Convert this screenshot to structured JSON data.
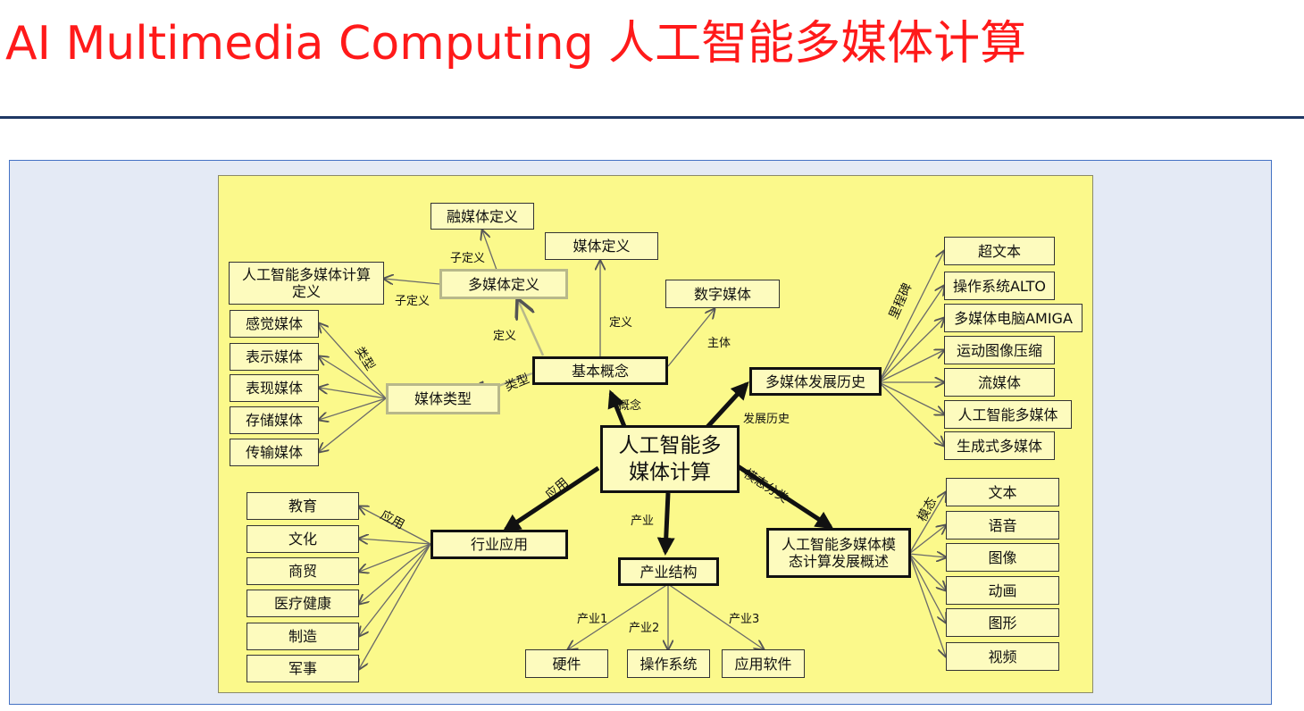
{
  "slide": {
    "title": "AI Multimedia Computing 人工智能多媒体计算"
  },
  "mindmap": {
    "root": "人工智能多媒体计算",
    "basic": {
      "label": "基本概念",
      "edge": "概念",
      "media_def": "媒体定义",
      "media_def_edge": "定义",
      "multimedia_def": "多媒体定义",
      "multimedia_def_edge": "定义",
      "fusion_def": "融媒体定义",
      "fusion_def_edge": "子定义",
      "ai_mm_def": "人工智能多媒体计算定义",
      "ai_mm_def_edge": "子定义",
      "digital_media": "数字媒体",
      "digital_media_edge": "主体",
      "media_types": "媒体类型",
      "media_types_edge": "类型",
      "types_edge": "类型",
      "types": [
        "感觉媒体",
        "表示媒体",
        "表现媒体",
        "存储媒体",
        "传输媒体"
      ]
    },
    "history": {
      "label": "多媒体发展历史",
      "edge": "发展历史",
      "milestone_edge": "里程碑",
      "items": [
        "超文本",
        "操作系统ALTO",
        "多媒体电脑AMIGA",
        "运动图像压缩",
        "流媒体",
        "人工智能多媒体",
        "生成式多媒体"
      ]
    },
    "application": {
      "label": "行业应用",
      "edge": "应用",
      "sub_edge": "应用",
      "items": [
        "教育",
        "文化",
        "商贸",
        "医疗健康",
        "制造",
        "军事"
      ]
    },
    "industry": {
      "label": "产业结构",
      "edge": "产业",
      "items": [
        "硬件",
        "操作系统",
        "应用软件"
      ],
      "edges": [
        "产业1",
        "产业2",
        "产业3"
      ]
    },
    "modality": {
      "label": "人工智能多媒体模态计算发展概述",
      "edge": "模态分类",
      "sub_edge": "模态",
      "items": [
        "文本",
        "语音",
        "图像",
        "动画",
        "图形",
        "视频"
      ]
    }
  },
  "colors": {
    "title": "#ff1a1a",
    "rule": "#1f3864",
    "panel": "#e4eaf5",
    "diagram_bg": "#fbf98b"
  }
}
